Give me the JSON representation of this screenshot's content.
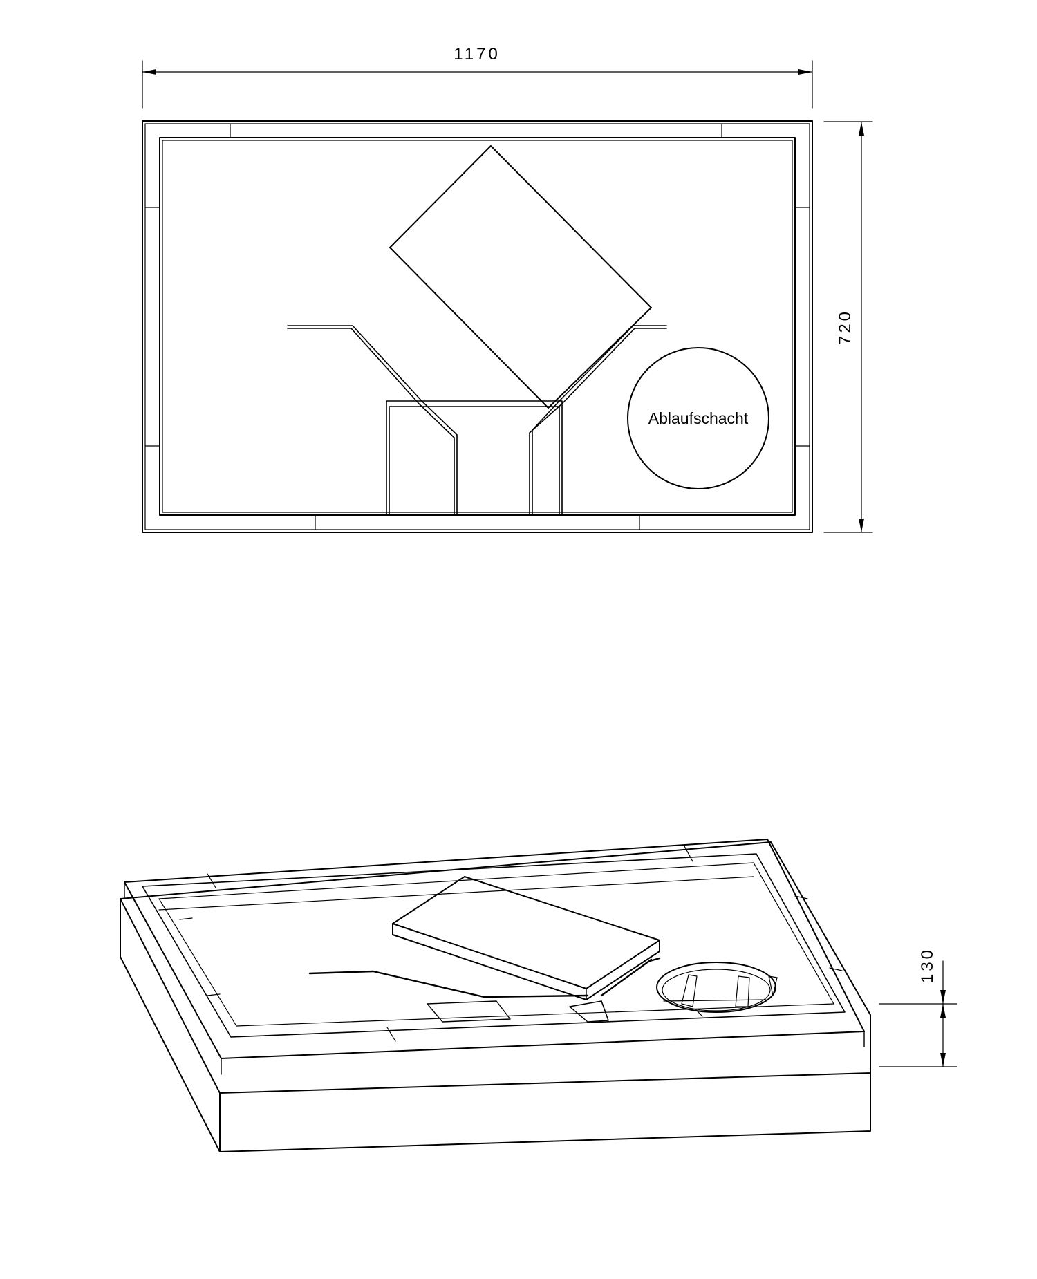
{
  "drawing": {
    "plan_view": {
      "dimension_width": "1170",
      "dimension_height": "720",
      "drain_label": "Ablaufschacht"
    },
    "iso_view": {
      "dimension_height": "130"
    }
  }
}
